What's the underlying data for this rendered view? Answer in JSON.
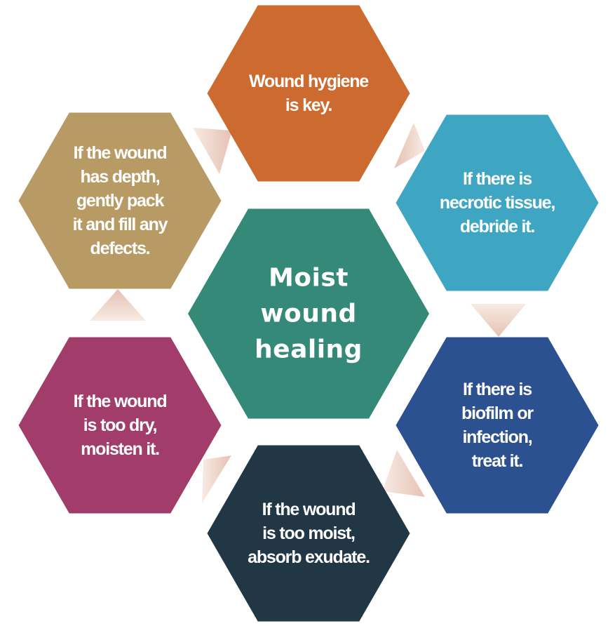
{
  "diagram": {
    "center": {
      "lines": [
        "Moist",
        "wound",
        "healing"
      ],
      "color": "#348978"
    },
    "steps": [
      {
        "id": "hygiene",
        "lines": [
          "Wound hygiene",
          "is key."
        ],
        "color": "#cd6a2f"
      },
      {
        "id": "necrotic",
        "lines": [
          "If there is",
          "necrotic tissue,",
          "debride it."
        ],
        "color": "#3ea6c3"
      },
      {
        "id": "biofilm",
        "lines": [
          "If there is",
          "biofilm or",
          "infection,",
          "treat it."
        ],
        "color": "#2c5191"
      },
      {
        "id": "moist",
        "lines": [
          "If the wound",
          "is too moist,",
          "absorb exudate."
        ],
        "color": "#213746"
      },
      {
        "id": "dry",
        "lines": [
          "If the wound",
          "is too dry,",
          "moisten it."
        ],
        "color": "#a23c6b"
      },
      {
        "id": "depth",
        "lines": [
          "If the wound",
          "has depth,",
          "gently pack",
          "it and fill any",
          "defects."
        ],
        "color": "#b89b64"
      }
    ],
    "connector_colors": {
      "light": "#f7ebe3",
      "dark": "#e6c1b3"
    }
  }
}
